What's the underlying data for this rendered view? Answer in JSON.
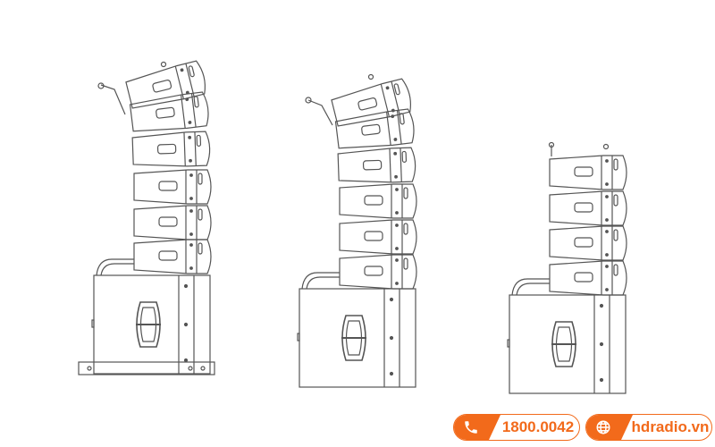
{
  "figure": {
    "description": "Line drawings of three speaker array configurations stacked on subwoofers",
    "arrays": [
      {
        "name": "array-left",
        "top_cabinets": 6,
        "has_base_plate": true
      },
      {
        "name": "array-middle",
        "top_cabinets": 6,
        "has_base_plate": false
      },
      {
        "name": "array-right",
        "top_cabinets": 4,
        "has_base_plate": false
      }
    ]
  },
  "footer": {
    "phone": {
      "icon": "phone-icon",
      "label": "1800.0042"
    },
    "website": {
      "icon": "globe-icon",
      "label": "hdradio.vn"
    },
    "accent_color": "#f26a1b"
  }
}
